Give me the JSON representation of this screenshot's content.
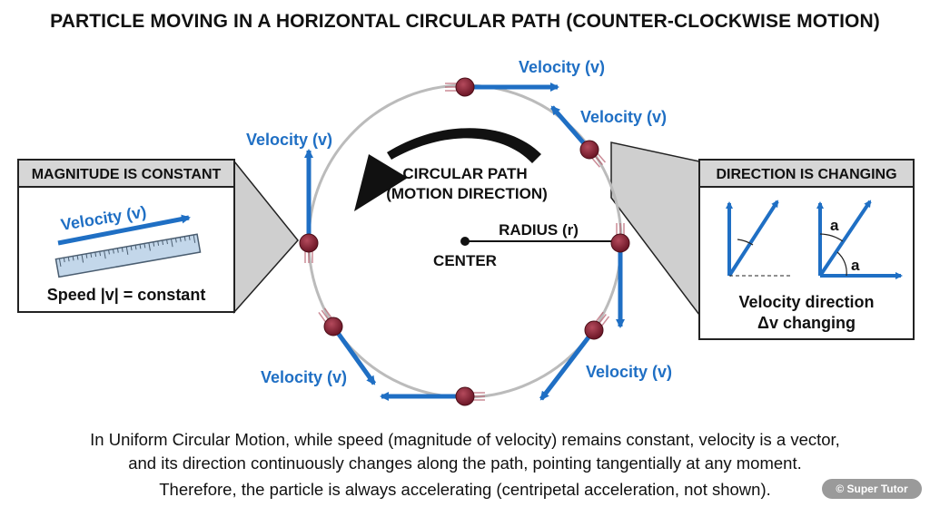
{
  "title": "PARTICLE MOVING IN A HORIZONTAL CIRCULAR PATH (COUNTER-CLOCKWISE MOTION)",
  "diagram": {
    "velocity_label": "Velocity (v)",
    "path_label_line1": "CIRCULAR PATH",
    "path_label_line2": "(MOTION DIRECTION)",
    "radius_label": "RADIUS (r)",
    "center_label": "CENTER",
    "left_panel": {
      "heading": "MAGNITUDE IS CONSTANT",
      "velocity_label": "Velocity (v)",
      "speed_text": "Speed |v| = constant"
    },
    "right_panel": {
      "heading": "DIRECTION IS CHANGING",
      "angle_label": "a",
      "text_line1": "Velocity direction",
      "text_line2": "Δv changing"
    },
    "colors": {
      "velocity_blue": "#1f6fc4",
      "particle": "#7a1e2e",
      "circle": "#bbbbbb",
      "motion_arrow": "#111111"
    }
  },
  "caption": {
    "line1": "In Uniform Circular Motion, while speed (magnitude of velocity) remains constant, velocity is a vector,",
    "line2": "and its direction continuously changes along the path, pointing tangentially at any moment.",
    "line3": "Therefore, the particle is always accelerating (centripetal acceleration, not shown)."
  },
  "watermark": "© Super Tutor"
}
